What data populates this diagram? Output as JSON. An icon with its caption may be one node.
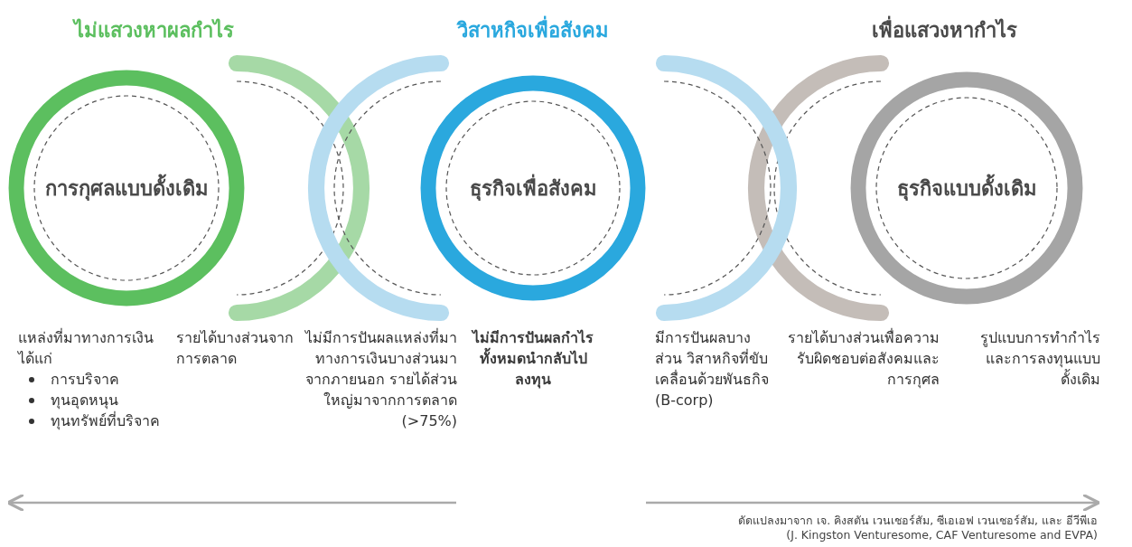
{
  "diagram": {
    "nodes": [
      {
        "text": [
          "การกุศลแบบดั้งเดิม"
        ],
        "beside": [
          "แหล่งที่มาทางการเงินได้แก่",
          "การบริจาค",
          "ทุนอุดหนุน",
          "ทุนทรัพย์ที่บริจาค"
        ]
      },
      {
        "text": [],
        "shape": "circle",
        "beside": [
          "รายได้บางส่วนจากการตลาด"
        ]
      },
      {
        "text": [],
        "shape": "circle",
        "beside": [
          "ไม่มีการปันผลแหล่งที่มาทางการเงินบางส่วนมาจากภายนอก รายได้ส่วนใหญ่มาจากการตลาด (>75%)"
        ]
      },
      {
        "text": [
          "ธุรกิจเพื่อสังคม"
        ],
        "beside": [
          "ไม่มีการปันผลกำไรทั้งหมดนำกลับไปลงทุน"
        ]
      },
      {
        "text": [],
        "shape": "circle",
        "beside": [
          "มีการปันผลบางส่วน วิสาหกิจที่ขับเคลื่อนด้วยพันธกิจ (B-corp)"
        ]
      },
      {
        "text": [],
        "shape": "circle",
        "beside": [
          "รายได้บางส่วนเพื่อความรับผิดชอบต่อสังคมและการกุศล"
        ]
      },
      {
        "text": [
          "ธุรกิจแบบดั้งเดิม"
        ],
        "beside": [
          "รูปแบบการทำกำไรและการลงทุนแบบดั้งเดิม"
        ]
      }
    ],
    "edges": [],
    "labels": [
      "ไม่แสวงหาผลกำไร",
      "วิสาหกิจเพื่อสังคม",
      "เพื่อแสวงหากำไร",
      "ดัดแปลงมาจาก เจ. คิงสตัน เวนเชอร์สัม, ซีเอเอฟ เวนเชอร์สัม, และ อีวีพีเอ",
      "(J. Kingston Venturesome, CAF Venturesome and EVPA)"
    ]
  }
}
